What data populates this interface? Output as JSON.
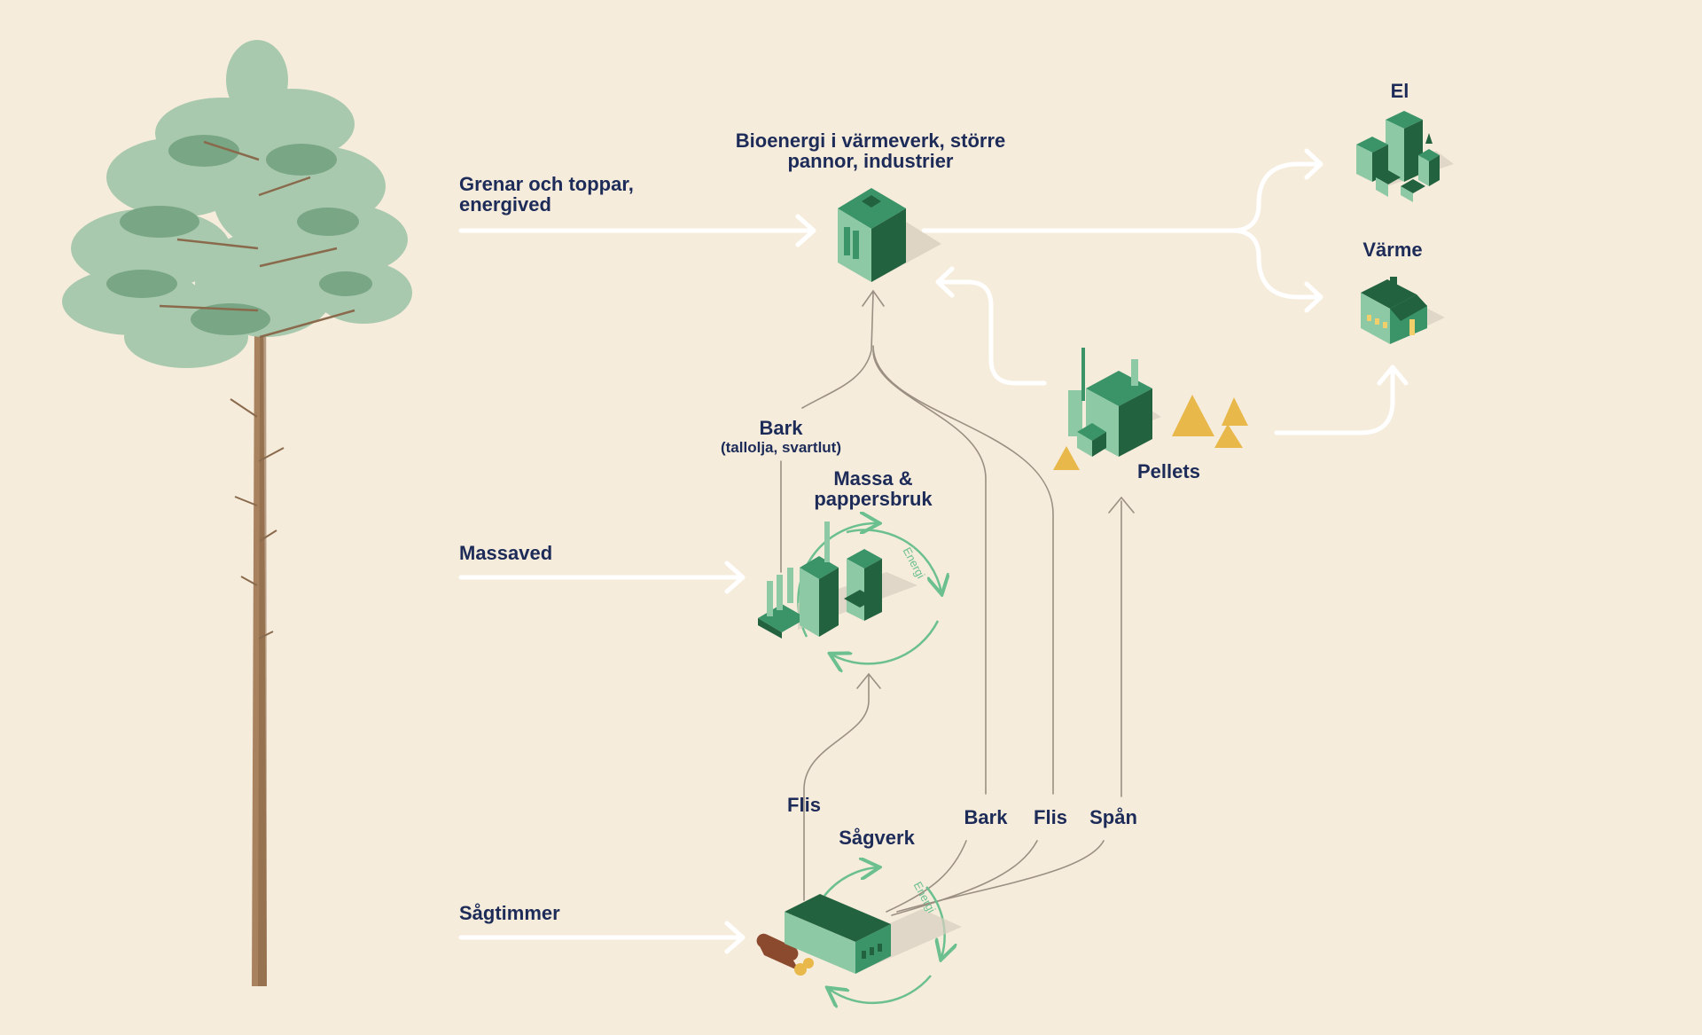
{
  "inputs": {
    "branches": "Grenar och toppar,\nenergived",
    "pulpwood": "Massaved",
    "sawlogs": "Sågtimmer"
  },
  "nodes": {
    "bioenergy": "Bioenergi i värmeverk, större\npannor, industrier",
    "pulp_mill": "Massa &\npappersbruk",
    "sawmill": "Sågverk",
    "pellets": "Pellets",
    "electricity": "El",
    "heat": "Värme"
  },
  "byproducts": {
    "bark_pulp": "Bark",
    "bark_pulp_note": "(tallolja, svartlut)",
    "chips_to_pulp": "Flis",
    "bark_saw": "Bark",
    "chips_saw": "Flis",
    "shavings": "Spån"
  },
  "cycle_label": "Energi",
  "colors": {
    "background": "#f6ecdc",
    "text": "#1d2b58",
    "flow_arrow": "#ffffff",
    "byproduct_line": "#9a8f82",
    "energy_cycle": "#6cc08f",
    "building_dark": "#22623f",
    "building_mid": "#3a9468",
    "building_light": "#8ec9a5",
    "pellet_gold": "#e8b94a"
  }
}
